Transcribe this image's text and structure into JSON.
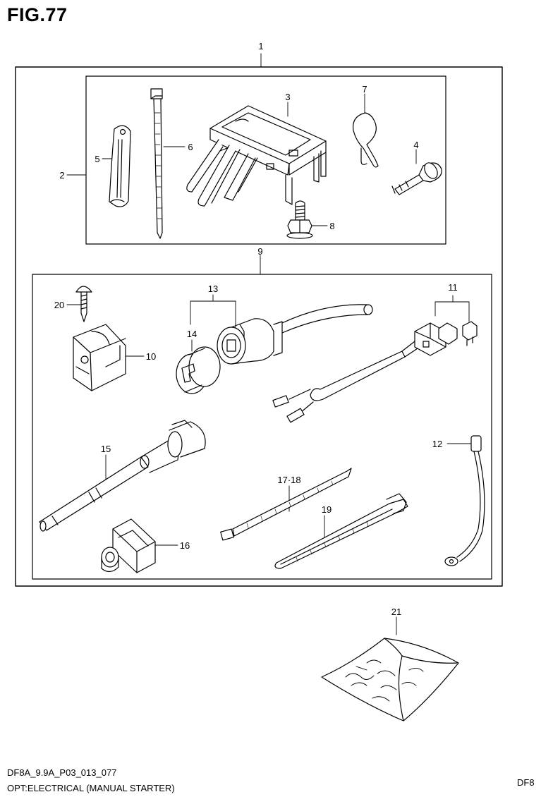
{
  "figure": {
    "title": "FIG.77"
  },
  "callouts": {
    "c1": "1",
    "c2": "2",
    "c3": "3",
    "c4": "4",
    "c5": "5",
    "c6": "6",
    "c7": "7",
    "c8": "8",
    "c9": "9",
    "c10": "10",
    "c11": "11",
    "c12": "12",
    "c13": "13",
    "c14": "14",
    "c15": "15",
    "c16": "16",
    "c17_18": "17·18",
    "c19": "19",
    "c20": "20",
    "c21": "21"
  },
  "footer": {
    "code": "DF8A_9.9A_P03_013_077",
    "description": "OPT:ELECTRICAL (MANUAL STARTER)",
    "right_fragment": "DF8"
  }
}
